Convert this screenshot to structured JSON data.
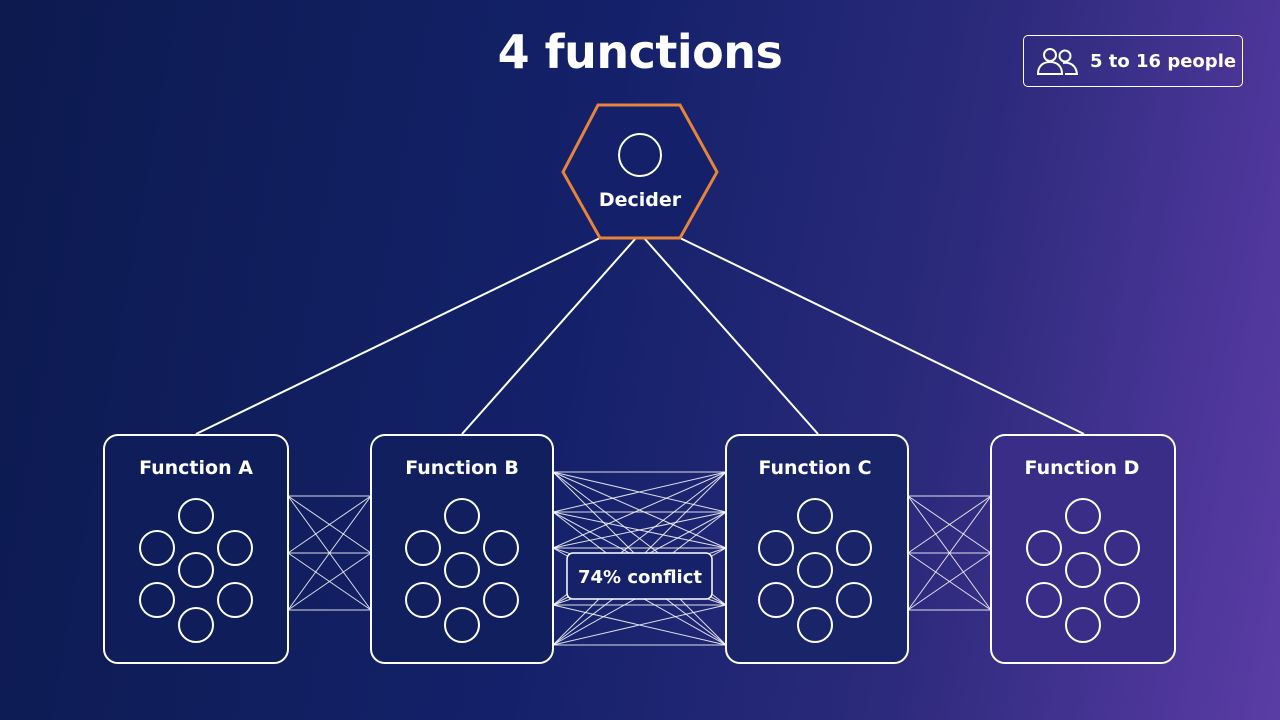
{
  "title": "4 functions",
  "badge": {
    "icon": "people-icon",
    "label": "5 to 16 people"
  },
  "decider": {
    "label": "Decider",
    "border_color": "#e8833a"
  },
  "functions": [
    {
      "label": "Function A"
    },
    {
      "label": "Function B"
    },
    {
      "label": "Function C"
    },
    {
      "label": "Function D"
    }
  ],
  "conflict": {
    "label": "74% conflict"
  },
  "colors": {
    "background_start": "#0c1a4f",
    "background_end": "#5b3ca6",
    "lines": "#ffffff",
    "accent": "#e8833a"
  }
}
